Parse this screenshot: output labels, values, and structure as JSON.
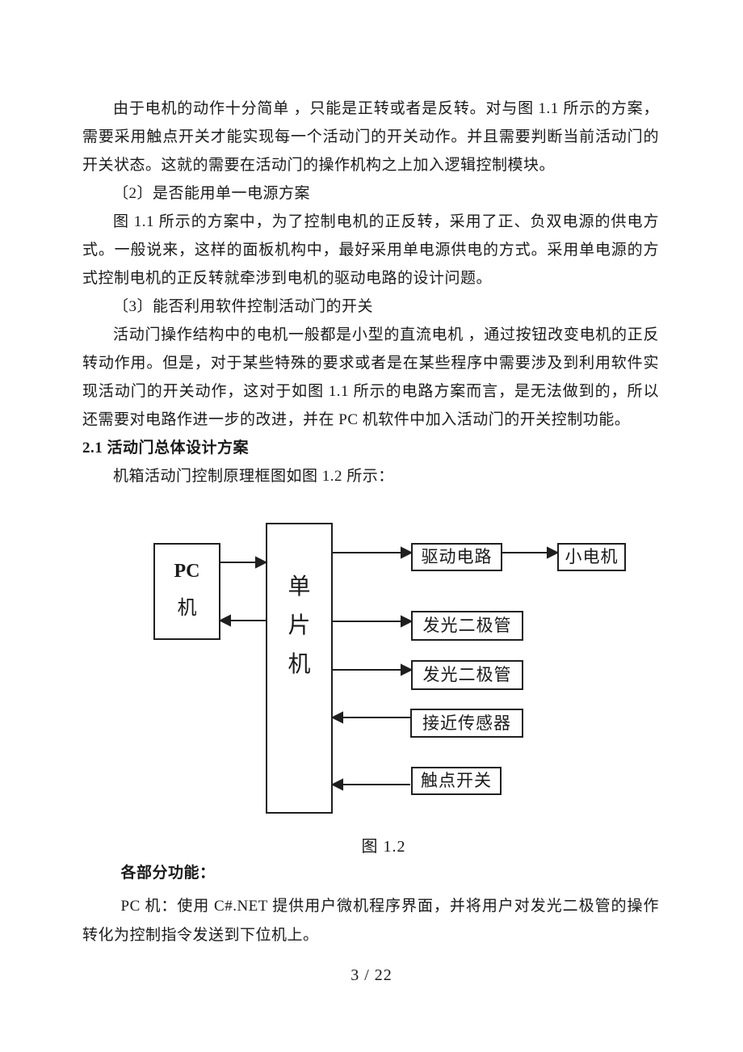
{
  "document": {
    "paragraphs": [
      "由于电机的动作十分简单 ，只能是正转或者是反转。对与图 1.1 所示的方案，需要采用触点开关才能实现每一个活动门的开关动作。并且需要判断当前活动门的开关状态。这就的需要在活动门的操作机构之上加入逻辑控制模块。",
      "〔2〕是否能用单一电源方案",
      "图 1.1 所示的方案中，为了控制电机的正反转，采用了正、负双电源的供电方式。一般说来，这样的面板机构中，最好采用单电源供电的方式。采用单电源的方式控制电机的正反转就牵涉到电机的驱动电路的设计问题。",
      "〔3〕能否利用软件控制活动门的开关",
      "活动门操作结构中的电机一般都是小型的直流电机 ，通过按钮改变电机的正反转动作用。但是，对于某些特殊的要求或者是在某些程序中需要涉及到利用软件实现活动门的开关动作，这对于如图 1.1 所示的电路方案而言，是无法做到的，所以还需要对电路作进一步的改进，并在 PC 机软件中加入活动门的开关控制功能。"
    ],
    "section_heading": "2.1 活动门总体设计方案",
    "figure_intro": "机箱活动门控制原理框图如图 1.2 所示：",
    "figure": {
      "caption": "图 1.2",
      "nodes": {
        "pc_line1": "PC",
        "pc_line2": "机",
        "mcu_chars": [
          "单",
          "片",
          "机"
        ],
        "drive_circuit": "驱动电路",
        "small_motor": "小电机",
        "led1": "发光二极管",
        "led2": "发光二极管",
        "proximity_sensor": "接近传感器",
        "contact_switch": "触点开关"
      }
    },
    "functions_heading": "各部分功能：",
    "functions_text": "PC 机：使用 C#.NET 提供用户微机程序界面，并将用户对发光二极管的操作转化为控制指令发送到下位机上。",
    "page_number": "3 / 22"
  },
  "colors": {
    "text": "#1a1a1a",
    "diagram_line": "#1f1f1f",
    "background": "#ffffff"
  }
}
